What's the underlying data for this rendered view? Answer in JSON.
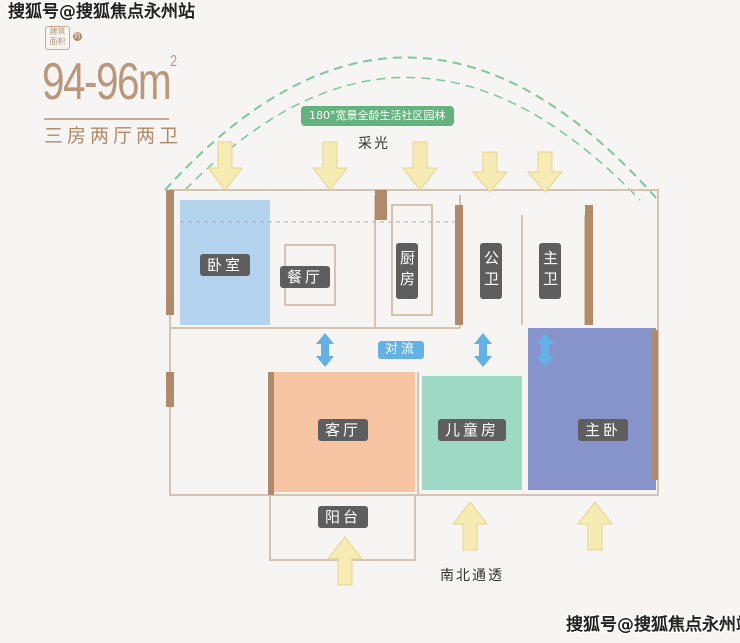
{
  "watermark_top": "搜狐号@搜狐焦点永州站",
  "watermark_bottom": "搜狐号@搜狐焦点永州站",
  "area_label": "建筑面积",
  "approx_label": "约",
  "area_value": "94-96m",
  "area_unit_sup": "2",
  "layout_type": "三房两厅两卫",
  "garden_badge": "180°宽景全龄生活社区园林",
  "daylight_label": "采光",
  "ventilation_label": "对流",
  "north_south_label": "南北通透",
  "rooms": {
    "bedroom": "卧室",
    "dining": "餐厅",
    "kitchen": "厨房",
    "public_bath": "公卫",
    "master_bath": "主卫",
    "living": "客厅",
    "kids_room": "儿童房",
    "master_bedroom": "主卧",
    "balcony": "阳台"
  },
  "colors": {
    "bedroom": "#b4d3ee",
    "living": "#f6c4a3",
    "kids": "#9dd9c4",
    "master": "#8794cb",
    "arrow": "#f7ebb4",
    "flow": "#63b1e5",
    "wall": "#b08a6a",
    "garden": "#64b27d"
  }
}
